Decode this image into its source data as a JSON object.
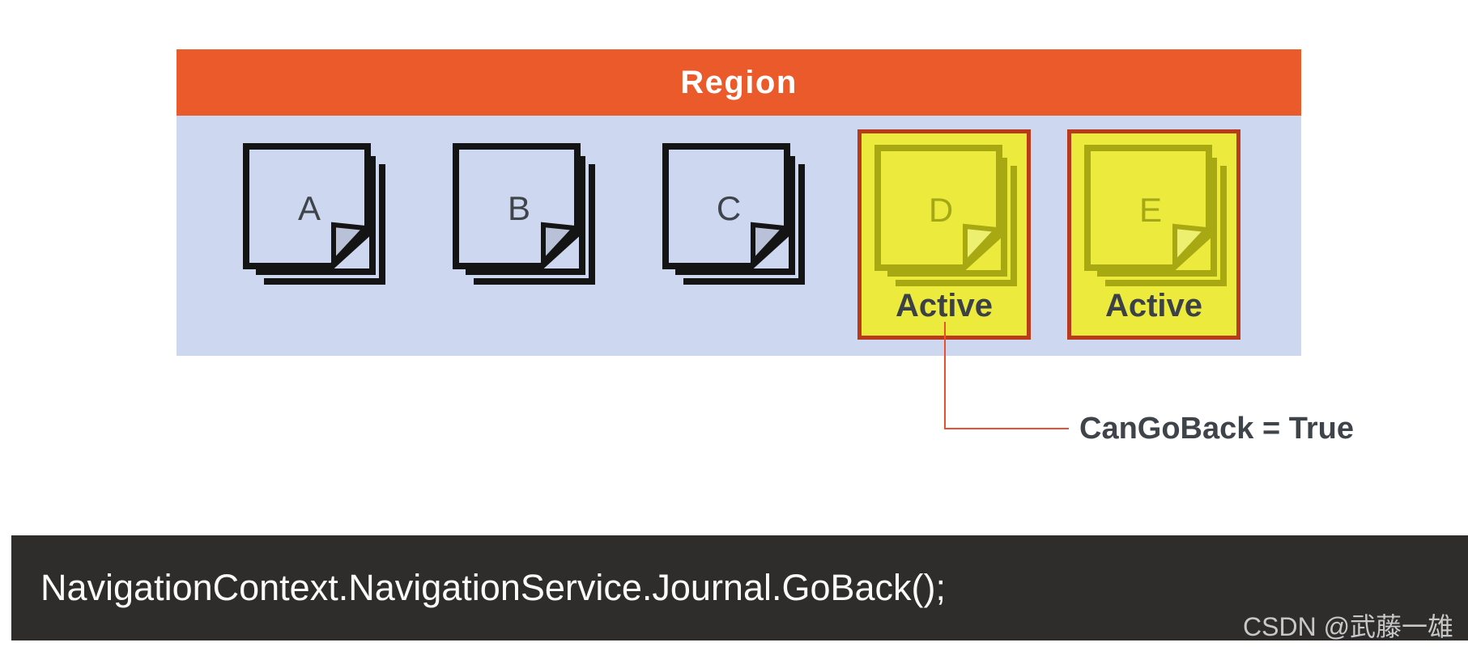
{
  "diagram": {
    "region_label": "Region",
    "pages": [
      {
        "letter": "A",
        "active": false
      },
      {
        "letter": "B",
        "active": false
      },
      {
        "letter": "C",
        "active": false
      },
      {
        "letter": "D",
        "active": true,
        "label": "Active"
      },
      {
        "letter": "E",
        "active": true,
        "label": "Active"
      }
    ],
    "annotation": "CanGoBack = True"
  },
  "code": {
    "text": "NavigationContext.NavigationService.Journal.GoBack();"
  },
  "watermark": {
    "text": "CSDN @武藤一雄"
  },
  "colors": {
    "region_header": "#EA5A2B",
    "region_body": "#CDD7F0",
    "active_box_fill": "#EDEA3E",
    "active_box_border": "#B83A1B",
    "active_icon_stroke": "#A8A812",
    "page_icon_stroke": "#141414",
    "page_fold_fill": "#B9C1D8",
    "connector_line": "#E8502F",
    "annotation_text": "#3E444A",
    "code_bar_bg": "#2E2D2C",
    "code_text": "#FCFBF7",
    "watermark_text": "#C8C8C8"
  }
}
